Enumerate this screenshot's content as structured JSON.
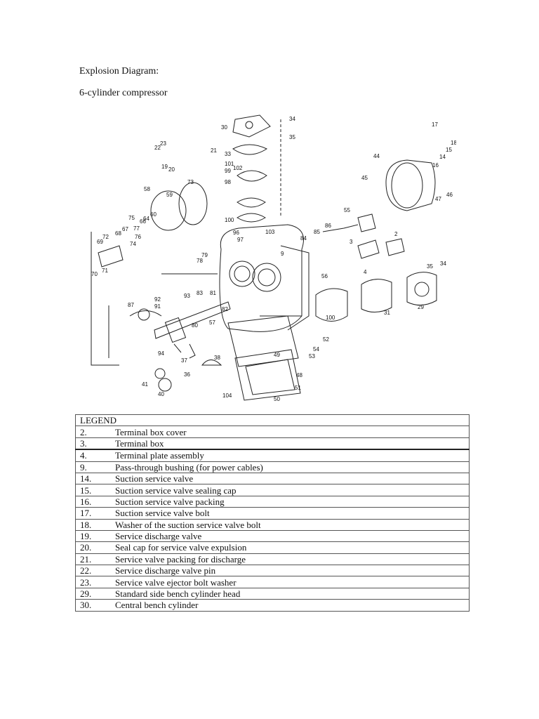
{
  "heading": "Explosion Diagram:",
  "subheading": "6-cylinder compressor",
  "diagram": {
    "callouts": [
      "34",
      "30",
      "35",
      "17",
      "18",
      "15",
      "14",
      "16",
      "22",
      "23",
      "21",
      "33",
      "101",
      "99",
      "102",
      "20",
      "19",
      "98",
      "44",
      "45",
      "46",
      "47",
      "73",
      "58",
      "59",
      "100",
      "55",
      "75",
      "60",
      "64",
      "66",
      "67",
      "68",
      "72",
      "69",
      "77",
      "76",
      "74",
      "96",
      "97",
      "103",
      "85",
      "84",
      "86",
      "3",
      "2",
      "79",
      "78",
      "9",
      "70",
      "71",
      "56",
      "4",
      "35",
      "34",
      "92",
      "93",
      "83",
      "81",
      "87",
      "91",
      "82",
      "100",
      "31",
      "29",
      "57",
      "80",
      "52",
      "94",
      "54",
      "53",
      "37",
      "49",
      "38",
      "48",
      "41",
      "36",
      "51",
      "40",
      "104",
      "50"
    ]
  },
  "legend": {
    "title": "LEGEND",
    "rows": [
      {
        "num": "2.",
        "desc": "Terminal box cover"
      },
      {
        "num": "3.",
        "desc": " Terminal box"
      },
      {
        "num": "4.",
        "desc": "Terminal plate assembly"
      },
      {
        "num": "9.",
        "desc": "Pass-through bushing (for power cables)"
      },
      {
        "num": "14.",
        "desc": "Suction service valve"
      },
      {
        "num": "15.",
        "desc": "Suction service valve sealing cap"
      },
      {
        "num": "16.",
        "desc": "Suction service valve packing"
      },
      {
        "num": "17.",
        "desc": "Suction service valve bolt"
      },
      {
        "num": "18.",
        "desc": "Washer of the suction service valve bolt"
      },
      {
        "num": "19.",
        "desc": "Service discharge valve"
      },
      {
        "num": "20.",
        "desc": "Seal cap for service valve expulsion"
      },
      {
        "num": "21.",
        "desc": "Service valve packing for discharge"
      },
      {
        "num": "22.",
        "desc": "Service discharge valve pin"
      },
      {
        "num": "23.",
        "desc": "Service valve ejector bolt washer"
      },
      {
        "num": "29.",
        "desc": "Standard side bench cylinder head"
      },
      {
        "num": "30.",
        "desc": " Central bench cylinder"
      }
    ]
  }
}
